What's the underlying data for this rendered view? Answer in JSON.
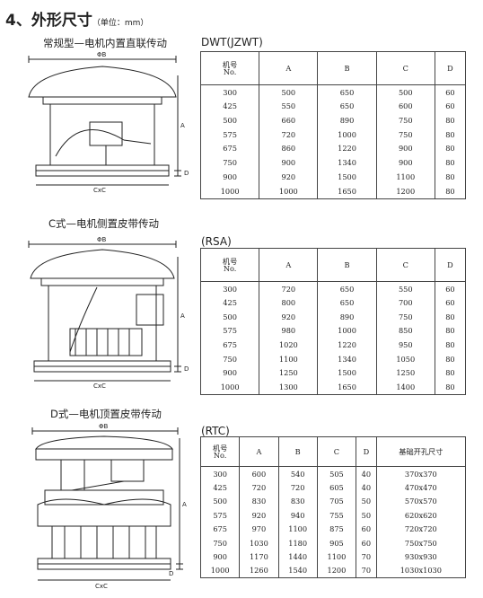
{
  "heading": {
    "title": "4、外形尺寸",
    "unit": "（单位：mm）"
  },
  "sections": [
    {
      "caption": "常规型—电机内置直联传动",
      "label": "DWT(JZWT)",
      "headers": [
        "机号\nNo.",
        "A",
        "B",
        "C",
        "D"
      ],
      "rows": [
        [
          "300",
          "500",
          "650",
          "500",
          "60"
        ],
        [
          "425",
          "550",
          "650",
          "600",
          "60"
        ],
        [
          "500",
          "660",
          "890",
          "750",
          "80"
        ],
        [
          "575",
          "720",
          "1000",
          "750",
          "80"
        ],
        [
          "675",
          "860",
          "1220",
          "900",
          "80"
        ],
        [
          "750",
          "900",
          "1340",
          "900",
          "80"
        ],
        [
          "900",
          "920",
          "1500",
          "1100",
          "80"
        ],
        [
          "1000",
          "1000",
          "1650",
          "1200",
          "80"
        ]
      ]
    },
    {
      "caption": "C式—电机侧置皮带传动",
      "label": "(RSA)",
      "headers": [
        "机号\nNo.",
        "A",
        "B",
        "C",
        "D"
      ],
      "rows": [
        [
          "300",
          "720",
          "650",
          "550",
          "60"
        ],
        [
          "425",
          "800",
          "650",
          "700",
          "60"
        ],
        [
          "500",
          "920",
          "890",
          "750",
          "80"
        ],
        [
          "575",
          "980",
          "1000",
          "850",
          "80"
        ],
        [
          "675",
          "1020",
          "1220",
          "950",
          "80"
        ],
        [
          "750",
          "1100",
          "1340",
          "1050",
          "80"
        ],
        [
          "900",
          "1250",
          "1500",
          "1250",
          "80"
        ],
        [
          "1000",
          "1300",
          "1650",
          "1400",
          "80"
        ]
      ]
    },
    {
      "caption": "D式—电机顶置皮带传动",
      "label": "(RTC)",
      "headers": [
        "机号\nNo.",
        "A",
        "B",
        "C",
        "D",
        "基础开孔尺寸"
      ],
      "rows": [
        [
          "300",
          "600",
          "540",
          "505",
          "40",
          "370x370"
        ],
        [
          "425",
          "720",
          "720",
          "605",
          "40",
          "470x470"
        ],
        [
          "500",
          "830",
          "830",
          "705",
          "50",
          "570x570"
        ],
        [
          "575",
          "920",
          "940",
          "755",
          "50",
          "620x620"
        ],
        [
          "675",
          "970",
          "1100",
          "875",
          "60",
          "720x720"
        ],
        [
          "750",
          "1030",
          "1180",
          "905",
          "60",
          "750x750"
        ],
        [
          "900",
          "1170",
          "1440",
          "1100",
          "70",
          "930x930"
        ],
        [
          "1000",
          "1260",
          "1540",
          "1200",
          "70",
          "1030x1030"
        ]
      ]
    }
  ],
  "diagram_labels": {
    "b": "ΦB",
    "a": "A",
    "c": "CxC",
    "d": "D"
  }
}
